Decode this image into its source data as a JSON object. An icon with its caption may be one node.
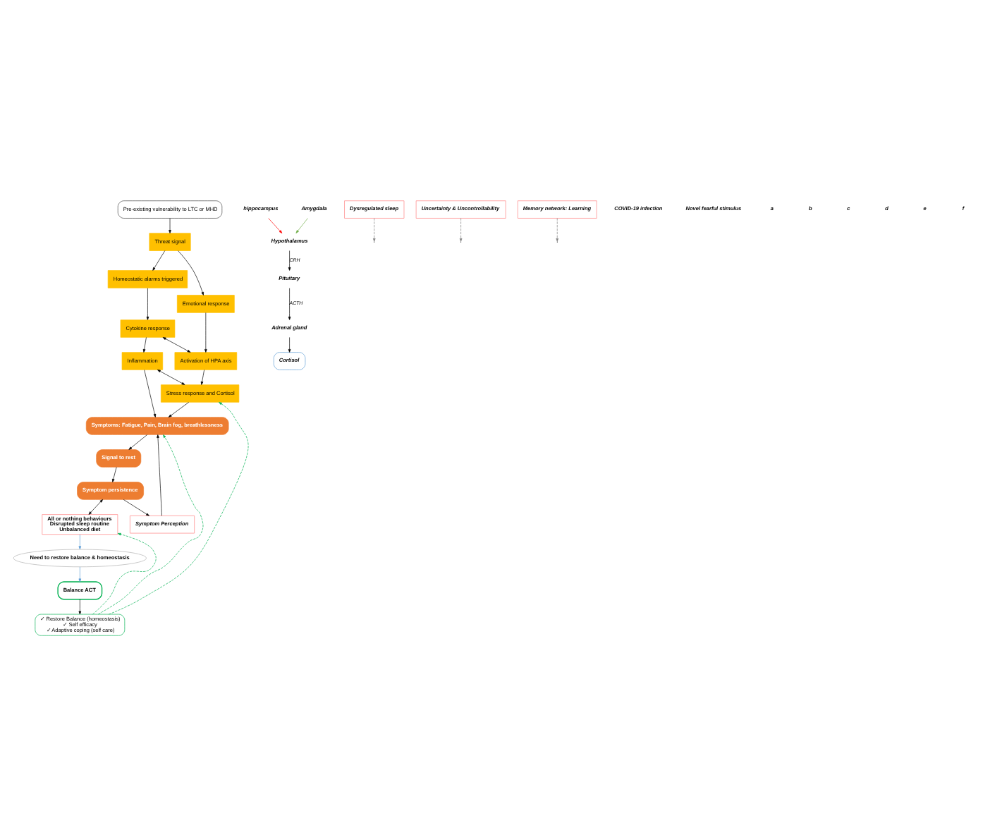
{
  "diagram": {
    "nodes": [
      {
        "text": [
          "Pre-existing vulnerability to LTC or MHD"
        ]
      },
      {
        "text": [
          "Threat signal"
        ]
      },
      {
        "text": [
          "Homeostatic alarms triggered"
        ]
      },
      {
        "text": [
          "Emotional response"
        ]
      },
      {
        "text": [
          "Cytokine response"
        ]
      },
      {
        "text": [
          "Activation of HPA axis"
        ]
      },
      {
        "text": [
          "Inflammation"
        ]
      },
      {
        "text": [
          "Stress response and Cortisol"
        ]
      },
      {
        "text": [
          "hippocampus"
        ]
      },
      {
        "text": [
          "Amygdala"
        ]
      },
      {
        "text": [
          "Hypothalamus"
        ]
      },
      {
        "text": [
          "Pituitary"
        ]
      },
      {
        "text": [
          "Adrenal gland"
        ]
      },
      {
        "text": [
          "Cortisol"
        ]
      },
      {
        "text": [
          "Symptoms: Fatigue, Pain, Brain fog, breathlessness"
        ]
      },
      {
        "text": [
          "Signal to rest"
        ]
      },
      {
        "text": [
          "Dysregulated sleep"
        ]
      },
      {
        "text": [
          "Symptom persistence"
        ]
      },
      {
        "text": [
          "Symptom Perception"
        ]
      },
      {
        "text": [
          "Uncertainty & Uncontrollability"
        ]
      },
      {
        "text": [
          "Memory network: Learning"
        ]
      },
      {
        "text": [
          "All or nothing behaviours",
          "Disrupted sleep routine",
          "Unbalanced diet"
        ]
      },
      {
        "text": [
          "Need to restore balance & homeostasis"
        ]
      },
      {
        "text": [
          "Balance ACT"
        ]
      },
      {
        "text": [
          "✓ Restore Balance (homeostasis)",
          "✓ Self efficacy",
          "✓ Adaptive coping (self care)"
        ]
      }
    ],
    "edges": [
      {
        "from": 0,
        "to": 1,
        "arrow": "to"
      },
      {
        "from": 1,
        "to": 2,
        "arrow": "to"
      },
      {
        "from": 1,
        "to": 3,
        "arrow": "to"
      },
      {
        "from": 2,
        "to": 4,
        "arrow": "to"
      },
      {
        "from": 3,
        "to": 5,
        "arrow": "to"
      },
      {
        "from": 4,
        "to": 5,
        "arrow": "both"
      },
      {
        "from": 4,
        "to": 6,
        "arrow": "to"
      },
      {
        "from": 5,
        "to": 7,
        "arrow": "to"
      },
      {
        "from": 6,
        "to": 7,
        "arrow": "both"
      },
      {
        "from": 6,
        "to": 14,
        "arrow": "to"
      },
      {
        "from": 7,
        "to": 14,
        "arrow": "to"
      },
      {
        "from": 8,
        "to": 10,
        "arrow": "to",
        "color": "#ff0000"
      },
      {
        "from": 9,
        "to": 10,
        "arrow": "to",
        "color": "#70ad47"
      },
      {
        "from": 10,
        "to": 11,
        "label": "CRH",
        "arrow": "to"
      },
      {
        "from": 11,
        "to": 12,
        "label": "ACTH",
        "arrow": "to"
      },
      {
        "from": 12,
        "to": 13,
        "arrow": "to"
      },
      {
        "from": 14,
        "to": 15,
        "arrow": "to"
      },
      {
        "from": 15,
        "to": 17,
        "arrow": "to"
      },
      {
        "from": 16,
        "to": null,
        "arrow": "to",
        "style": "dashed",
        "color": "#808080"
      },
      {
        "from": 17,
        "to": 18,
        "arrow": "to"
      },
      {
        "from": 18,
        "to": 14,
        "arrow": "to"
      },
      {
        "from": 17,
        "to": 21,
        "arrow": "both"
      },
      {
        "from": 19,
        "to": null,
        "arrow": "to",
        "style": "dashed",
        "color": "#808080"
      },
      {
        "from": 20,
        "to": null,
        "arrow": "to",
        "style": "dashed",
        "color": "#808080"
      },
      {
        "from": 21,
        "to": 22,
        "arrow": "to",
        "color": "#5b9bd5"
      },
      {
        "from": 22,
        "to": 23,
        "arrow": "to",
        "color": "#5b9bd5"
      },
      {
        "from": 23,
        "to": 24,
        "arrow": "to"
      },
      {
        "from": 24,
        "to": 14,
        "arrow": "to",
        "style": "dashed",
        "color": "#00b050"
      },
      {
        "from": 24,
        "to": 21,
        "arrow": "to",
        "style": "dashed",
        "color": "#00b050"
      },
      {
        "from": 24,
        "to": 7,
        "arrow": "to",
        "style": "dashed",
        "color": "#00b050"
      }
    ],
    "labels": [
      "COVID-19 infection",
      "Novel fearful stimulus",
      "a",
      "b",
      "c",
      "d",
      "e",
      "f"
    ]
  }
}
